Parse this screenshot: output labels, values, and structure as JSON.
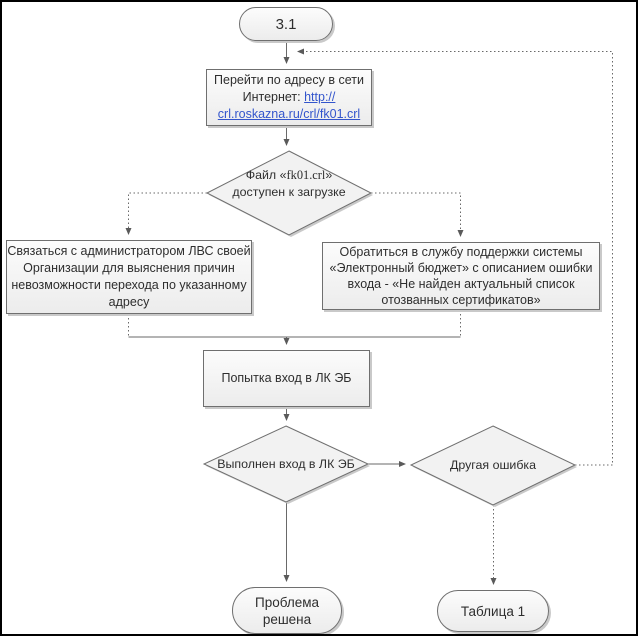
{
  "colors": {
    "link": "#3355cc"
  },
  "nodes": {
    "start": {
      "label": "3.1"
    },
    "goto": {
      "line1": "Перейти по адресу в сети",
      "line2_prefix": "Интернет: ",
      "link_line2": "http://",
      "link_line3": "crl.roskazna.ru/crl/fk01.crl"
    },
    "file_check": {
      "prefix": "Файл «",
      "filename": "fk01.crl",
      "suffix": "»",
      "line2": "доступен к загрузке"
    },
    "contact_admin": {
      "lines": [
        "Связаться с администратором ЛВС своей",
        "Организации для выяснения причин",
        "невозможности перехода по указанному",
        "адресу"
      ]
    },
    "contact_support": {
      "lines": [
        "Обратиться в службу поддержки системы",
        "«Электронный бюджет» с описанием ошибки",
        "входа - «Не найден актуальный список",
        "отозванных сертификатов»"
      ]
    },
    "attempt": {
      "label": "Попытка вход в ЛК ЭБ"
    },
    "login_check": {
      "label": "Выполнен вход в ЛК ЭБ"
    },
    "other_error": {
      "label": "Другая ошибка"
    },
    "solved": {
      "lines": [
        "Проблема",
        "решена"
      ]
    },
    "table": {
      "label": "Таблица 1"
    }
  }
}
